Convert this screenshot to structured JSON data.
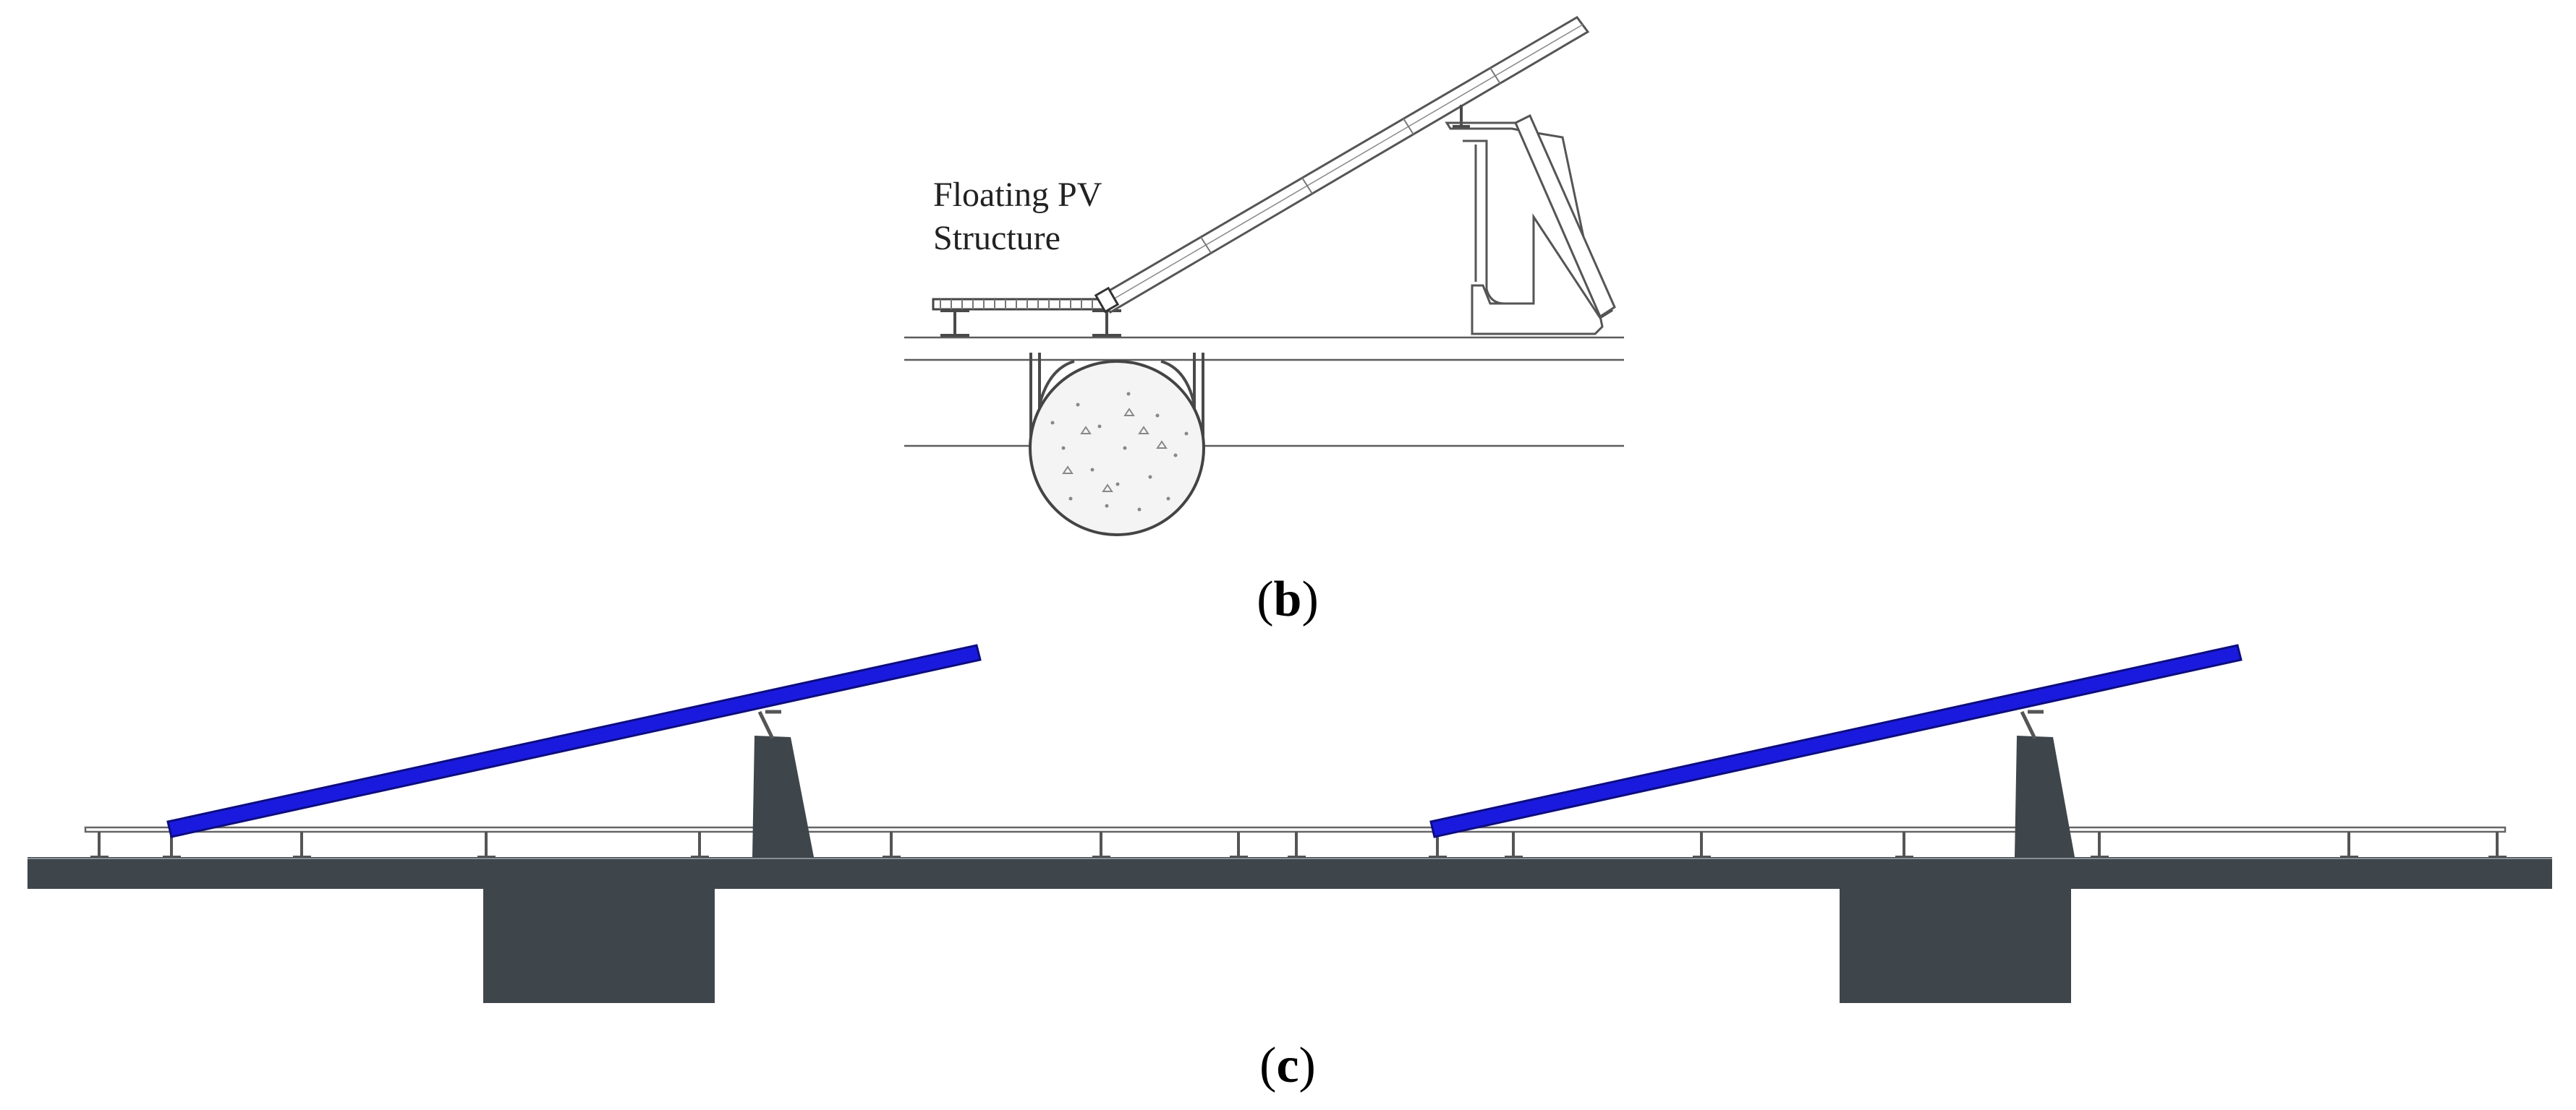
{
  "figure_b": {
    "annotation_line1": "Floating PV",
    "annotation_line2": "Structure",
    "panel_label_open": "(",
    "panel_label_letter": "b",
    "panel_label_close": ")"
  },
  "figure_c": {
    "panel_label_open": "(",
    "panel_label_letter": "c",
    "panel_label_close": ")"
  },
  "colors": {
    "pv_panel": "#1a1adf",
    "structure_dark": "#3f464b",
    "line_gray": "#5c5c5c"
  }
}
